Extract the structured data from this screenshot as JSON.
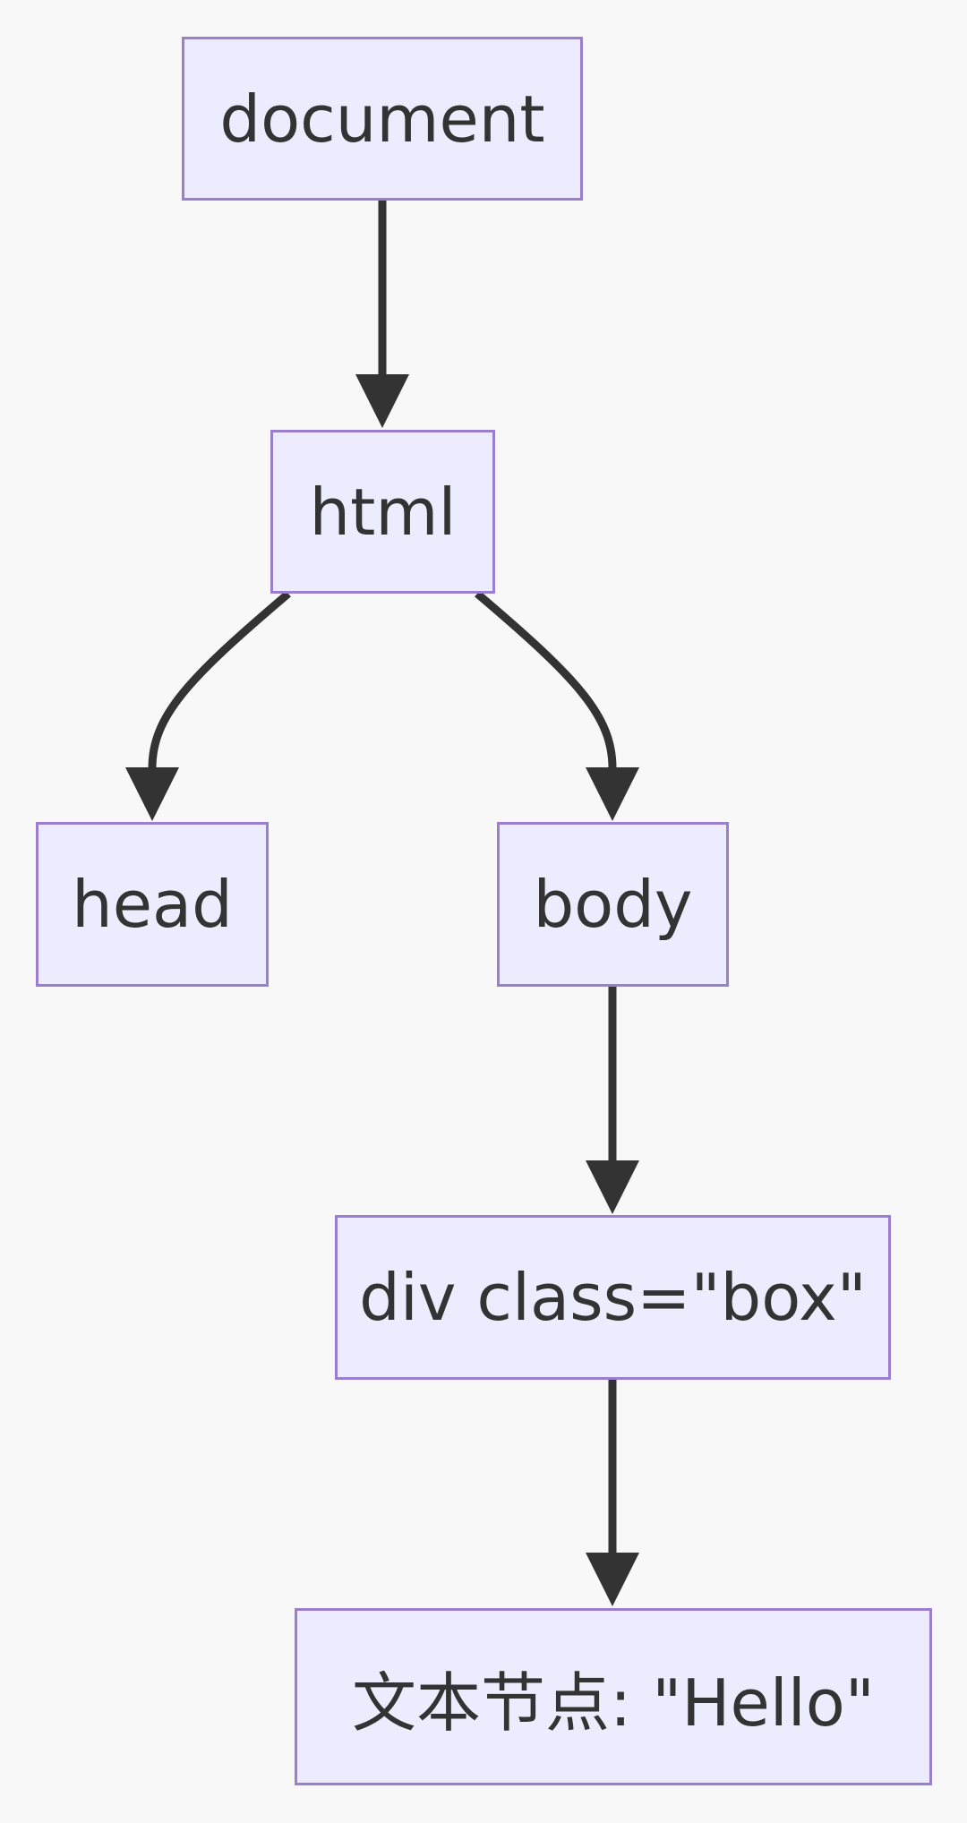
{
  "diagram": {
    "type": "flowchart-top-down",
    "colors": {
      "background": "#f8f8f9",
      "node_fill": "#ececfe",
      "node_border": "#9a7fd0",
      "text": "#333333",
      "edge": "#333333"
    },
    "nodes": [
      {
        "id": "document",
        "label": "document"
      },
      {
        "id": "html",
        "label": "html"
      },
      {
        "id": "head",
        "label": "head"
      },
      {
        "id": "body",
        "label": "body"
      },
      {
        "id": "div",
        "label": "div class=\"box\""
      },
      {
        "id": "text",
        "label": "文本节点: \"Hello\""
      }
    ],
    "edges": [
      {
        "from": "document",
        "to": "html"
      },
      {
        "from": "html",
        "to": "head"
      },
      {
        "from": "html",
        "to": "body"
      },
      {
        "from": "body",
        "to": "div"
      },
      {
        "from": "div",
        "to": "text"
      }
    ]
  }
}
